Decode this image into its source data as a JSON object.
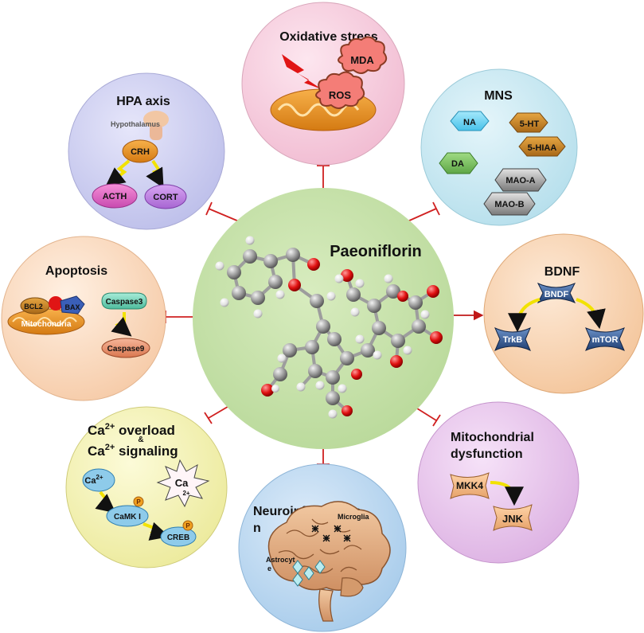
{
  "center": {
    "title": "Paeoniflorin"
  },
  "nodes": {
    "oxidative": {
      "title": "Oxidative stress",
      "labels": [
        "MDA",
        "ROS"
      ],
      "effect": "inhibits"
    },
    "hpa": {
      "title": "HPA axis",
      "labels": [
        "Hypothalamus",
        "CRH",
        "ACTH",
        "CORT"
      ],
      "effect": "inhibits"
    },
    "mns": {
      "title": "MNS",
      "labels": [
        "NA",
        "5-HT",
        "5-HIAA",
        "DA",
        "MAO-A",
        "MAO-B"
      ],
      "effect": "inhibits"
    },
    "apoptosis": {
      "title": "Apoptosis",
      "labels": [
        "BCL2",
        "BAX",
        "Mitochondria",
        "Caspase3",
        "Caspase9"
      ],
      "effect": "inhibits"
    },
    "bdnf": {
      "title": "BDNF",
      "labels": [
        "BNDF",
        "TrkB",
        "mTOR"
      ],
      "effect": "activates"
    },
    "calcium": {
      "title_line1": "Ca",
      "title_sup1": "2+",
      "title_rest1": " overload",
      "title_amp": "&",
      "title_line2": "Ca",
      "title_sup2": "2+",
      "title_rest2": " signaling",
      "labels": {
        "ca_ion": "Ca",
        "ca_ion_sup": "2+",
        "camk": "CaMK I",
        "creb": "CREB",
        "p": "P",
        "ca_star": "Ca",
        "ca_star_sup": "2+"
      },
      "effect": "inhibits"
    },
    "neuroinflammation": {
      "title_line1": "Neuroinflammatio",
      "title_line2": "n",
      "labels": {
        "microglia": "Microglia",
        "astro1": "Astrocyt",
        "astro2": "e"
      },
      "effect": "inhibits"
    },
    "mito": {
      "title_line1": "Mitochondrial",
      "title_line2": "dysfunction",
      "labels": [
        "MKK4",
        "JNK"
      ],
      "effect": "inhibits"
    }
  },
  "colors": {
    "center": "#c6e0a6",
    "oxidative": "#f7cfe0",
    "hpa": "#cfd0f0",
    "mns": "#cdeaf2",
    "apoptosis": "#fbdcc2",
    "bdnf": "#f9d8b9",
    "calcium": "#f4f3ba",
    "neuro": "#bcd8f1",
    "mito": "#ebc9ef",
    "inhibit_line": "#d02020",
    "activate_arrow": "#c01818"
  }
}
